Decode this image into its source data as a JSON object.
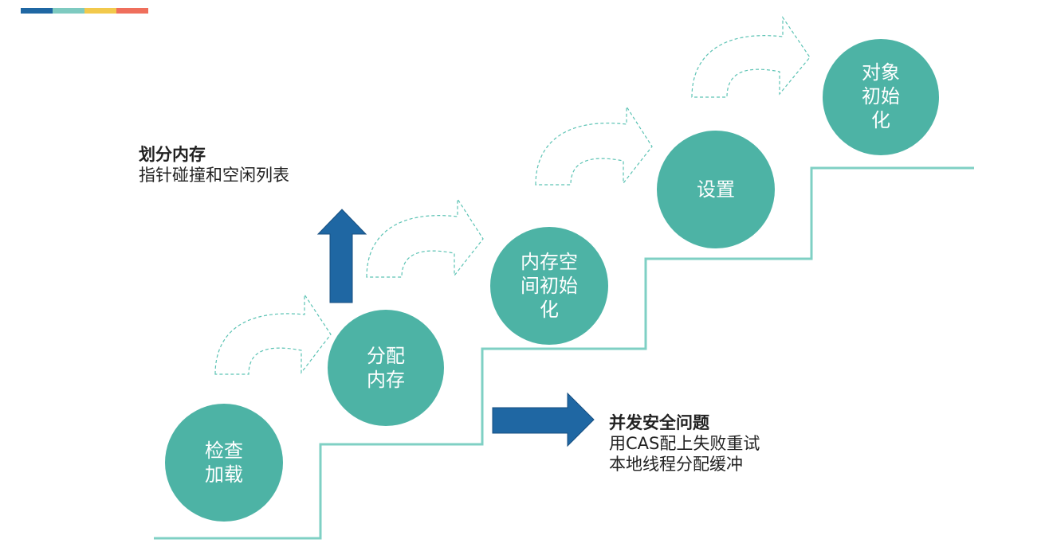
{
  "colors": {
    "accent_bar": [
      "#1f67a3",
      "#7ecac0",
      "#f2c94c",
      "#ef6f5c"
    ],
    "circle": "#4db3a5",
    "stair_line": "#7fd0c4",
    "arrow": "#1f67a3",
    "dashed_arrow": "#5cc3b4"
  },
  "steps": [
    {
      "label": "检查\n加载"
    },
    {
      "label": "分配\n内存"
    },
    {
      "label": "内存空\n间初始\n化"
    },
    {
      "label": "设置"
    },
    {
      "label": "对象\n初始\n化"
    }
  ],
  "notes": {
    "allocate": {
      "title": "划分内存",
      "lines": [
        "指针碰撞和空闲列表"
      ]
    },
    "concurrency": {
      "title": "并发安全问题",
      "lines": [
        "用CAS配上失败重试",
        "本地线程分配缓冲"
      ]
    }
  }
}
